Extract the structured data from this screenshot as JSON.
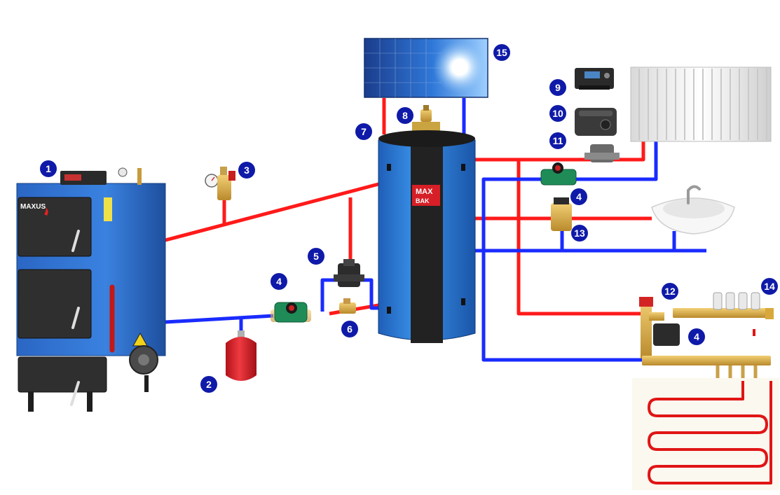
{
  "colors": {
    "hot_pipe": "#ff1a1a",
    "cold_pipe": "#1a2bff",
    "badge": "#0f1aa8",
    "boiler_body": "#2d6fd6",
    "tank_body": "#2f86e0",
    "tank_band": "#222222",
    "expansion_vessel": "#e01e26"
  },
  "brands": {
    "boiler_logo": "MAXUS",
    "tank_logo_line1": "MAX",
    "tank_logo_line2": "BAK"
  },
  "badges": {
    "boiler": "1",
    "expansion_vessel": "2",
    "safety_group": "3",
    "pump_boiler": "4",
    "pump_radiator": "4",
    "pump_floor": "4",
    "thermostatic_valve_5": "5",
    "check_valve_6": "6",
    "buffer_tank": "7",
    "air_vent": "8",
    "controller": "9",
    "actuator": "10",
    "mixing_valve": "11",
    "manifold_valve": "12",
    "dhw_mixing_valve": "13",
    "floor_manifold": "14",
    "solar_panel": "15"
  }
}
